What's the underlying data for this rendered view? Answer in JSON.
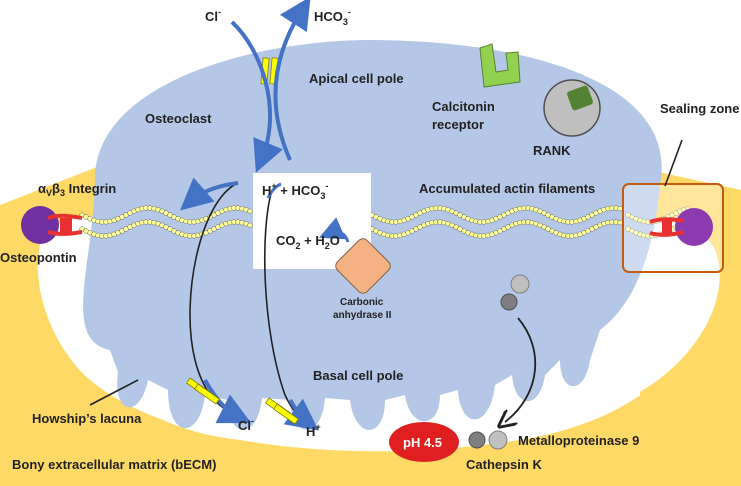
{
  "colors": {
    "cell": "#b4c7e7",
    "matrix": "#ffd966",
    "lacuna": "#ffffff",
    "arrow": "#4472c4",
    "channel": "#ffff00",
    "actin": "#ffff99",
    "osteopontin": "#7030a0",
    "integrin": "#e83030",
    "carbonic": "#f4b183",
    "ph_badge": "#e02020",
    "calcitonin": "#92d050",
    "rank_outer": "#bfbfbf",
    "rank_inner": "#548235",
    "sealing_box": "#c55a11"
  },
  "labels": {
    "cl_top": "Cl",
    "cl_top_sup": "-",
    "hco3_top": "HCO",
    "hco3_top_sub": "3",
    "hco3_top_sup": "-",
    "apical": "Apical cell pole",
    "osteoclast": "Osteoclast",
    "calcitonin_line1": "Calcitonin",
    "calcitonin_line2": "receptor",
    "rank": "RANK",
    "sealing_zone": "Sealing zone",
    "integrin_a": "α",
    "integrin_a_sub": "V",
    "integrin_b": "β",
    "integrin_b_sub": "3",
    "integrin_word": " Integrin",
    "actin": "Accumulated actin filaments",
    "osteopontin": "Osteopontin",
    "box_h": "H",
    "box_h_sup": "+",
    "box_plus_hco": " + HCO",
    "box_hco_sub": "3",
    "box_hco_sup": "-",
    "box_co": "CO",
    "box_co_sub": "2",
    "box_plus_h2o": " + H",
    "box_h2o_sub": "2",
    "box_o": "O",
    "carbonic_line1": "Carbonic",
    "carbonic_line2": "anhydrase II",
    "basal": "Basal cell pole",
    "howship": "Howship’s lacuna",
    "matrix": "Bony extracellular matrix (bECM)",
    "cl_bottom": "Cl",
    "cl_bottom_sup": "-",
    "h_bottom": "H",
    "h_bottom_sup": "+",
    "ph": "pH 4.5",
    "mmp9": "Metalloproteinase 9",
    "cathepsin": "Cathepsin K"
  }
}
